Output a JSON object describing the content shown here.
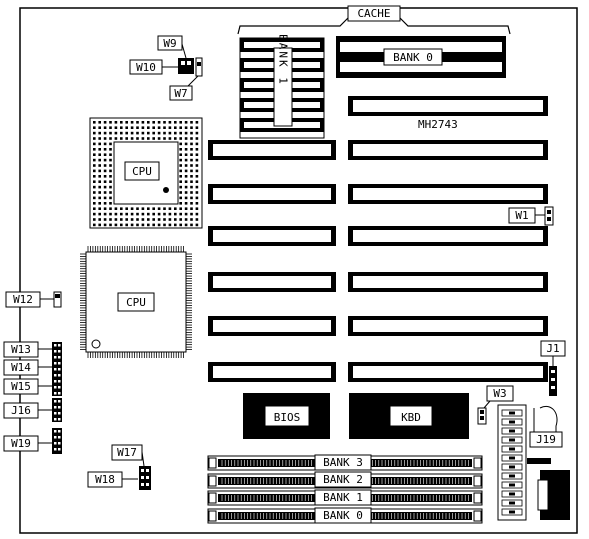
{
  "labels": {
    "cache": "CACHE",
    "bank0_cache": "BANK 0",
    "bank1_cache": "BANK 1",
    "model": "MH2743",
    "cpu_top": "CPU",
    "cpu_bottom": "CPU",
    "bios": "BIOS",
    "kbd": "KBD",
    "w1": "W1",
    "w3": "W3",
    "w7": "W7",
    "w9": "W9",
    "w10": "W10",
    "w12": "W12",
    "w13": "W13",
    "w14": "W14",
    "w15": "W15",
    "w16": "J16",
    "w17": "W17",
    "w18": "W18",
    "w19": "W19",
    "j1": "J1",
    "j19": "J19",
    "simm_bank3": "BANK 3",
    "simm_bank2": "BANK 2",
    "simm_bank1": "BANK 1",
    "simm_bank0": "BANK 0"
  },
  "colors": {
    "ink": "#000000",
    "paper": "#ffffff",
    "pin": "#9a9a9a"
  }
}
